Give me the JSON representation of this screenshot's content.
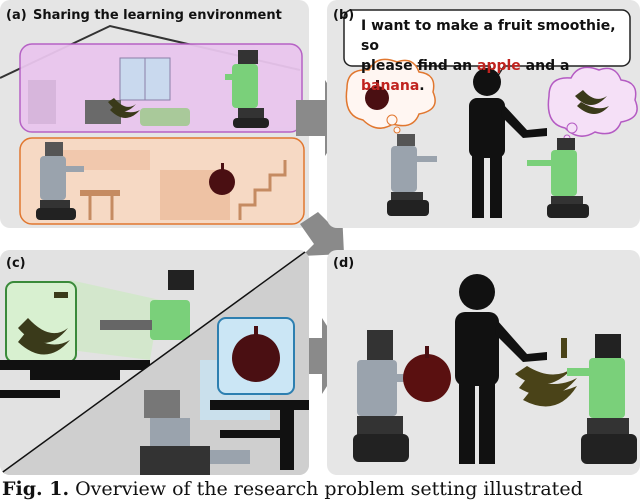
{
  "panels": {
    "a": {
      "label": "(a)",
      "title": "Sharing the learning environment"
    },
    "b": {
      "label": "(b)",
      "speech_line1": "I want to make a fruit smoothie, so",
      "speech_line2_prefix": "please find an ",
      "speech_apple": "apple",
      "speech_mid": " and a ",
      "speech_banana": "banana",
      "speech_end": "."
    },
    "c": {
      "label": "(c)"
    },
    "d": {
      "label": "(d)"
    }
  },
  "caption": {
    "fig": "Fig. 1.",
    "text": "Overview of the research problem setting illustrated"
  },
  "colors": {
    "apple_red": "#c0231f",
    "robot_green": "#7ad07a",
    "upper_floor": "#e9c6ee",
    "lower_floor": "#f6d9c4",
    "panel_gray": "#e6e6e6",
    "arrow_gray": "#8a8a8a"
  }
}
